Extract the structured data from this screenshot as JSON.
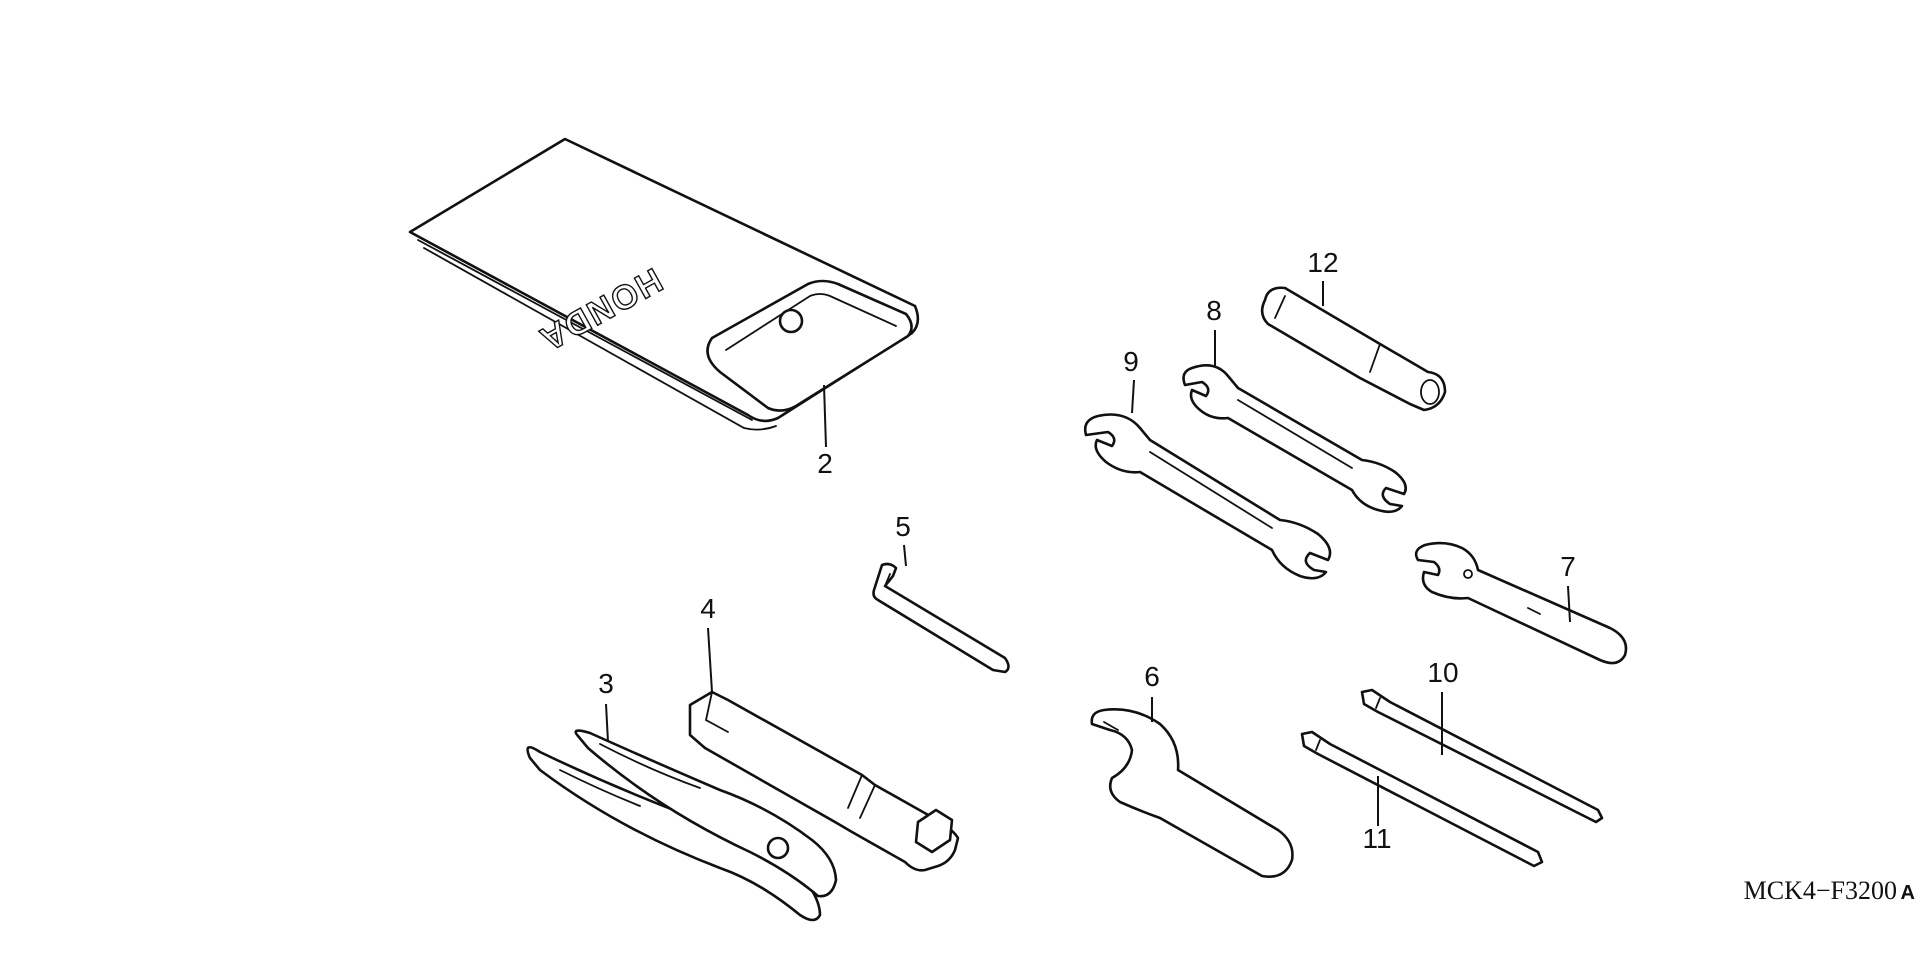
{
  "pouch": {
    "brand_text": "HONDA"
  },
  "callouts": {
    "c2": "2",
    "c3": "3",
    "c4": "4",
    "c5": "5",
    "c6": "6",
    "c7": "7",
    "c8": "8",
    "c9": "9",
    "c10": "10",
    "c11": "11",
    "c12": "12"
  },
  "diagram_code": {
    "main": "MCK4−F3200",
    "suffix": "A"
  }
}
